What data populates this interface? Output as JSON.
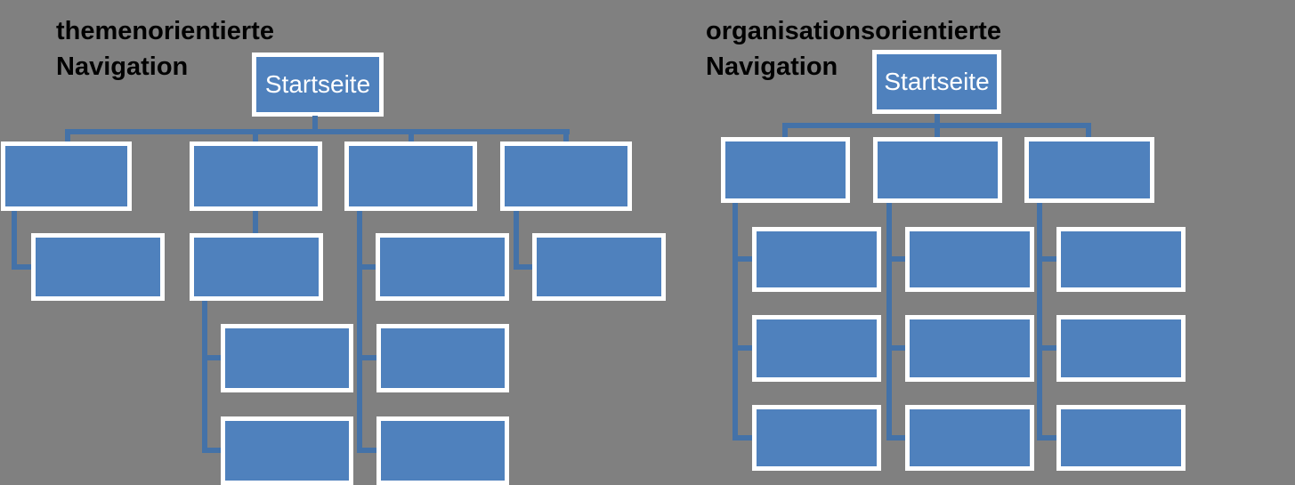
{
  "colors": {
    "background": "#808080",
    "box_fill": "#4f81bd",
    "box_border": "#ffffff",
    "connector": "#4472a8",
    "title_text": "#000000",
    "root_text": "#ffffff"
  },
  "diagrams": [
    {
      "name": "themenorientierte Navigation",
      "title": {
        "line1": "themenorientierte",
        "line2": "Navigation"
      },
      "root": {
        "label": "Startseite"
      },
      "boxes": [
        [
          1,
          159,
          147,
          78
        ],
        [
          213,
          159,
          149,
          78
        ],
        [
          387,
          159,
          149,
          78
        ],
        [
          562,
          159,
          148,
          78
        ],
        [
          35,
          262,
          150,
          76
        ],
        [
          213,
          262,
          150,
          76
        ],
        [
          422,
          262,
          150,
          76
        ],
        [
          598,
          262,
          150,
          76
        ],
        [
          248,
          364,
          149,
          77
        ],
        [
          423,
          364,
          149,
          77
        ],
        [
          248,
          468,
          149,
          77
        ],
        [
          423,
          468,
          149,
          77
        ]
      ],
      "segments": [
        [
          351,
          130,
          6,
          16
        ],
        [
          73,
          145,
          567,
          6
        ],
        [
          73,
          145,
          6,
          15
        ],
        [
          284,
          145,
          6,
          15
        ],
        [
          459,
          145,
          6,
          15
        ],
        [
          633,
          145,
          6,
          15
        ],
        [
          13,
          237,
          6,
          66
        ],
        [
          13,
          297,
          22,
          6
        ],
        [
          284,
          237,
          6,
          25
        ],
        [
          227,
          338,
          6,
          171
        ],
        [
          227,
          399,
          21,
          6
        ],
        [
          227,
          503,
          21,
          6
        ],
        [
          401,
          237,
          6,
          272
        ],
        [
          401,
          297,
          21,
          6
        ],
        [
          401,
          399,
          22,
          6
        ],
        [
          401,
          503,
          22,
          6
        ],
        [
          577,
          237,
          6,
          66
        ],
        [
          577,
          297,
          21,
          6
        ]
      ]
    },
    {
      "name": "organisationsorientierte Navigation",
      "title": {
        "line1": "organisationsorientierte",
        "line2": "Navigation"
      },
      "root": {
        "label": "Startseite"
      },
      "boxes": [
        [
          810,
          154,
          145,
          74
        ],
        [
          981,
          154,
          145,
          74
        ],
        [
          1151,
          154,
          146,
          74
        ],
        [
          845,
          255,
          145,
          73
        ],
        [
          1017,
          255,
          145,
          73
        ],
        [
          1187,
          255,
          145,
          73
        ],
        [
          845,
          354,
          145,
          75
        ],
        [
          1017,
          354,
          145,
          75
        ],
        [
          1187,
          354,
          145,
          75
        ],
        [
          845,
          455,
          145,
          74
        ],
        [
          1017,
          455,
          145,
          74
        ],
        [
          1187,
          455,
          145,
          74
        ]
      ],
      "segments": [
        [
          1050,
          128,
          6,
          27
        ],
        [
          879,
          138,
          347,
          6
        ],
        [
          879,
          138,
          6,
          17
        ],
        [
          1220,
          138,
          6,
          17
        ],
        [
          823,
          228,
          6,
          267
        ],
        [
          996,
          228,
          6,
          267
        ],
        [
          1165,
          228,
          6,
          267
        ],
        [
          823,
          288,
          22,
          6
        ],
        [
          823,
          388,
          22,
          6
        ],
        [
          823,
          489,
          22,
          6
        ],
        [
          996,
          288,
          21,
          6
        ],
        [
          996,
          388,
          21,
          6
        ],
        [
          996,
          489,
          21,
          6
        ],
        [
          1165,
          288,
          22,
          6
        ],
        [
          1165,
          388,
          22,
          6
        ],
        [
          1165,
          489,
          22,
          6
        ]
      ]
    }
  ]
}
